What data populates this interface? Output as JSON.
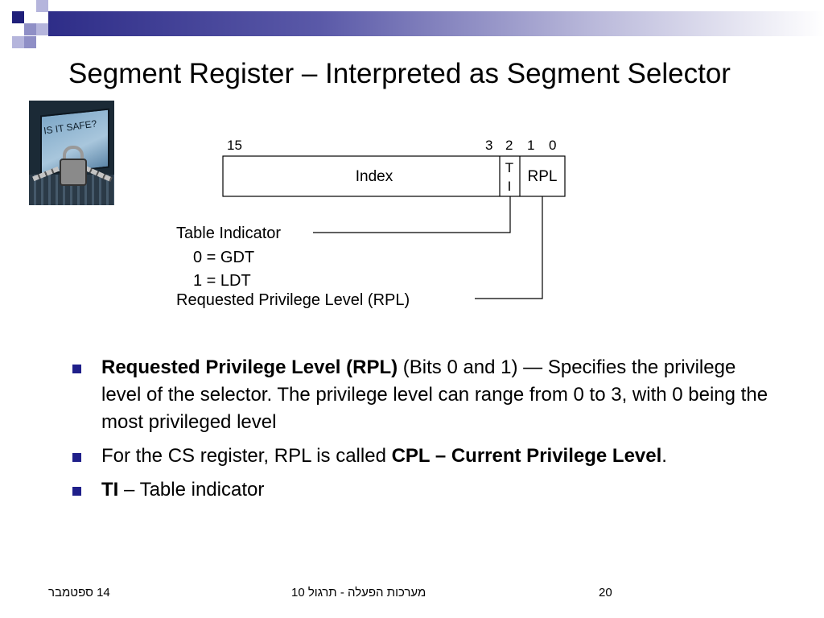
{
  "slide": {
    "title": "Segment Register – Interpreted as Segment Selector",
    "banner_colors": [
      "#1f1f7a",
      "#8f8fc6",
      "#b5b5dc"
    ]
  },
  "image": {
    "caption": "IS IT SAFE?",
    "icon": "laptop-padlock-image"
  },
  "diagram": {
    "bit_labels": [
      "15",
      "3",
      "2",
      "1",
      "0"
    ],
    "fields": {
      "index": "Index",
      "ti": [
        "T",
        "I"
      ],
      "rpl": "RPL"
    },
    "legend": {
      "ti_label": "Table Indicator",
      "ti_option_0": "0 = GDT",
      "ti_option_1": "1 = LDT",
      "rpl_label": "Requested Privilege Level (RPL)"
    }
  },
  "bullets": [
    {
      "bold": "Requested Privilege Level (RPL)",
      "text": " (Bits 0 and 1) — Specifies the privilege level of the selector. The privilege level can range from 0 to 3, with 0 being the most privileged level"
    },
    {
      "text": "For the CS register, RPL is called ",
      "bold": "CPL – Current Privilege Level",
      "text_after": "."
    },
    {
      "bold": "TI",
      "text": " – Table indicator"
    }
  ],
  "footer": {
    "date": "14 ספטמבר",
    "course": "מערכות הפעלה - תרגול 10",
    "page_number": "20"
  }
}
